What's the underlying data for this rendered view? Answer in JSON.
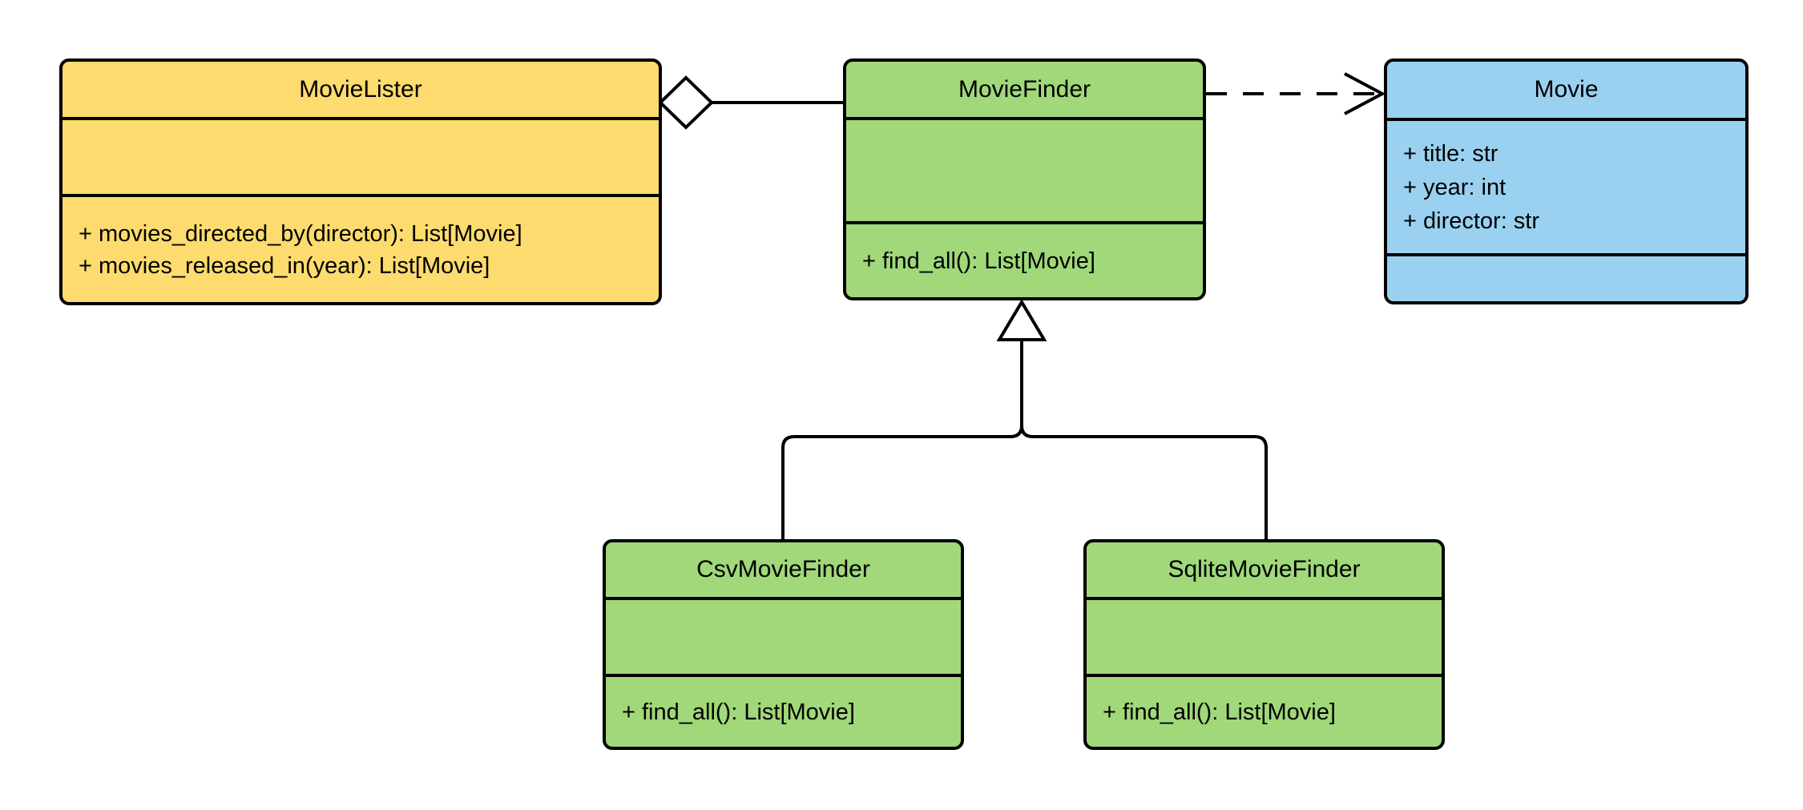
{
  "diagram": {
    "type": "uml-class-diagram",
    "background_color": "#ffffff",
    "line_color": "#000000",
    "classes": [
      {
        "name": "MovieLister",
        "fill": "#FDDB6E",
        "attributes": [],
        "methods": [
          "+ movies_directed_by(director): List[Movie]",
          "+ movies_released_in(year): List[Movie]"
        ]
      },
      {
        "name": "MovieFinder",
        "fill": "#A0D87A",
        "attributes": [],
        "methods": [
          "+ find_all(): List[Movie]"
        ]
      },
      {
        "name": "Movie",
        "fill": "#9AD1F0",
        "attributes": [
          "+ title: str",
          "+ year: int",
          "+ director: str"
        ],
        "methods": []
      },
      {
        "name": "CsvMovieFinder",
        "fill": "#A0D87A",
        "attributes": [],
        "methods": [
          "+ find_all(): List[Movie]"
        ]
      },
      {
        "name": "SqliteMovieFinder",
        "fill": "#A0D87A",
        "attributes": [],
        "methods": [
          "+ find_all(): List[Movie]"
        ]
      }
    ],
    "relationships": [
      {
        "type": "aggregation",
        "from": "MovieLister",
        "to": "MovieFinder",
        "style": "solid-line-hollow-diamond-at-whole"
      },
      {
        "type": "dependency",
        "from": "MovieFinder",
        "to": "Movie",
        "style": "dashed-line-open-arrow"
      },
      {
        "type": "generalization",
        "from": "CsvMovieFinder",
        "to": "MovieFinder",
        "style": "solid-line-hollow-triangle"
      },
      {
        "type": "generalization",
        "from": "SqliteMovieFinder",
        "to": "MovieFinder",
        "style": "solid-line-hollow-triangle"
      }
    ]
  }
}
